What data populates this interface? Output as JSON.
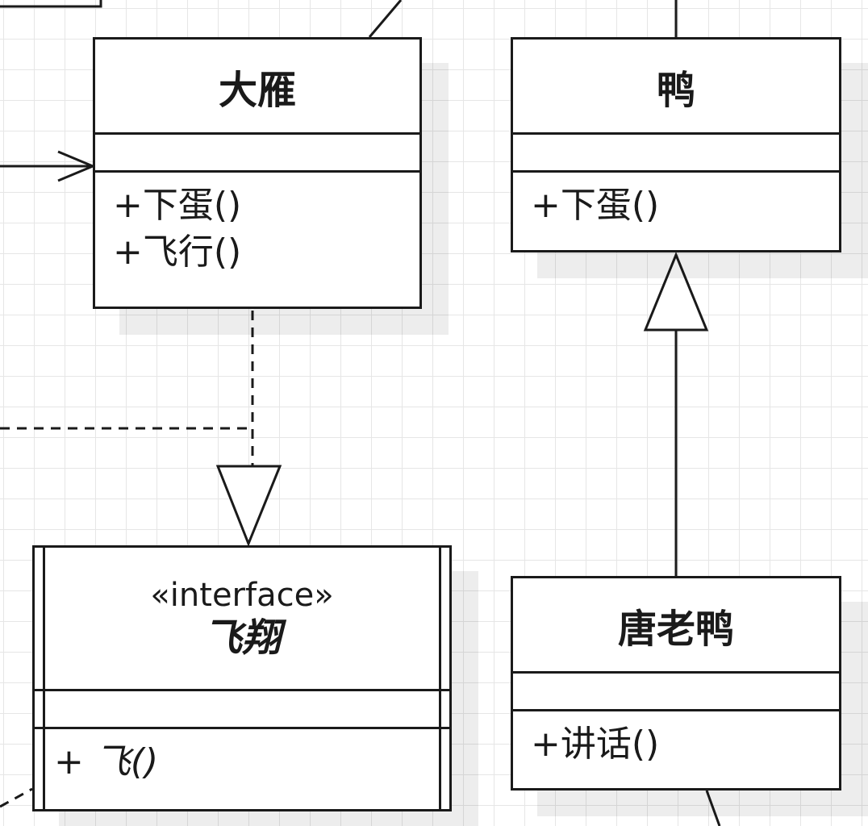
{
  "classes": {
    "dayan": {
      "name": "大雁",
      "operations": [
        "+下蛋()",
        "+飞行()"
      ]
    },
    "ya": {
      "name": "鸭",
      "operations": [
        "+下蛋()"
      ]
    },
    "tanglaoya": {
      "name": "唐老鸭",
      "operations": [
        "+讲话()"
      ]
    },
    "feixiang": {
      "stereotype": "«interface»",
      "name": "飞翔",
      "operations": [
        "+ 飞()"
      ]
    }
  },
  "relations": [
    {
      "from": "dayan",
      "to": "feixiang",
      "type": "realization"
    },
    {
      "from": "tanglaoya",
      "to": "ya",
      "type": "generalization"
    }
  ]
}
